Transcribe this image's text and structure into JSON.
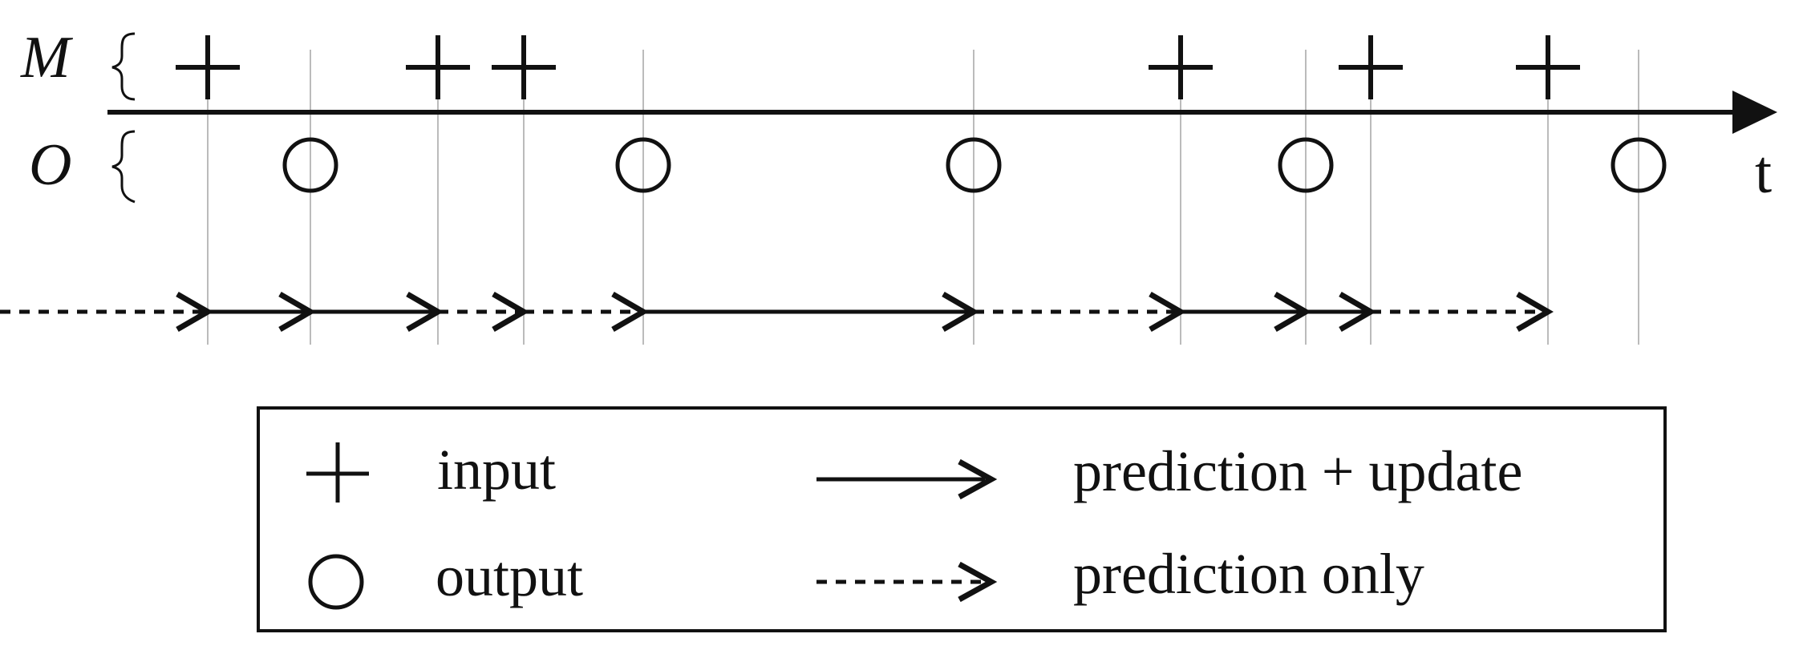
{
  "rows": {
    "input_row_label": "M",
    "output_row_label": "O",
    "axis_label": "t"
  },
  "events": {
    "inputs": [
      1,
      3,
      4,
      7,
      9,
      10
    ],
    "outputs": [
      2,
      5,
      6,
      8,
      11
    ],
    "order_note": ""
  },
  "timeline": [
    {
      "from": 0,
      "to": 1,
      "style": "prediction only"
    },
    {
      "from": 1,
      "to": 2,
      "style": "prediction + update"
    },
    {
      "from": 2,
      "to": 3,
      "style": "prediction + update"
    },
    {
      "from": 3,
      "to": 4,
      "style": "prediction only"
    },
    {
      "from": 4,
      "to": 5,
      "style": "prediction only"
    },
    {
      "from": 5,
      "to": 6,
      "style": "prediction + update"
    },
    {
      "from": 6,
      "to": 7,
      "style": "prediction only"
    },
    {
      "from": 7,
      "to": 8,
      "style": "prediction + update"
    },
    {
      "from": 8,
      "to": 9,
      "style": "prediction + update"
    },
    {
      "from": 9,
      "to": 10,
      "style": "prediction only"
    }
  ],
  "legend": {
    "input_label": "input",
    "output_label": "output",
    "solid_label": "prediction + update",
    "dashed_label": "prediction only"
  },
  "colors": {
    "ink": "#111111",
    "guide": "#bbbbbb"
  },
  "icons": {
    "input": "plus-icon",
    "output": "circle-icon",
    "solid": "solid-arrow-icon",
    "dashed": "dashed-arrow-icon"
  }
}
